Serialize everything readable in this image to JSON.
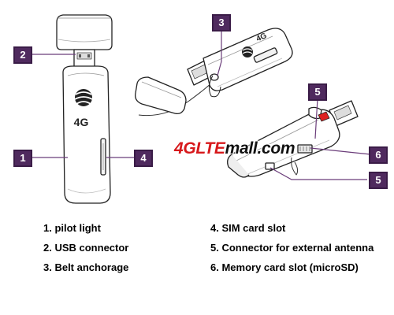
{
  "callouts": {
    "c1": "1",
    "c2": "2",
    "c3": "3",
    "c4": "4",
    "c5a": "5",
    "c5b": "5",
    "c6": "6"
  },
  "device": {
    "front_label": "4G",
    "back_label": "4G"
  },
  "watermark": {
    "part_a": "4GLTE",
    "part_b": "mall.com"
  },
  "legend": {
    "items": [
      "1. pilot light",
      "2. USB connector",
      "3. Belt anchorage",
      "4. SIM card slot",
      "5. Connector for external antenna",
      "6. Memory card slot (microSD)"
    ]
  },
  "colors": {
    "callout_fill": "#4f2a5e",
    "leader_line": "#6b3d7a",
    "watermark_red": "#d7191c"
  }
}
